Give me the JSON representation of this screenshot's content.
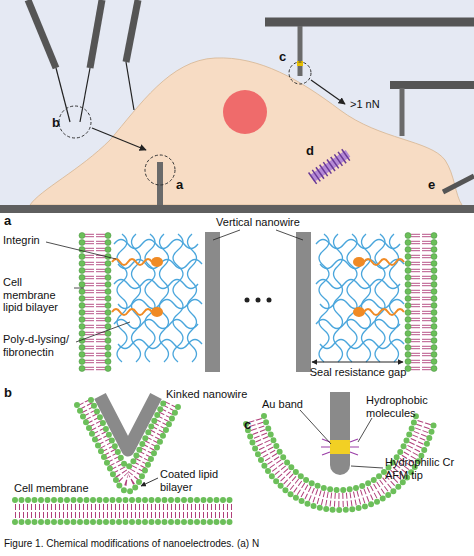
{
  "diagram": {
    "caption": "Figure 1. Chemical modifications of nanoelectrodes. (a) N",
    "labels": [
      "b",
      "c",
      ">1 nN",
      "a",
      "d",
      "e",
      "a",
      "Vertical nanowire",
      "Integrin",
      "Cell membrane lipid bilayer",
      "Poly-d-lysing/ fibronectin",
      "Seal resistance gap",
      "b",
      "Kinked nanowire",
      "Coated lipid bilayer",
      "Cell membrane",
      "c",
      "Au band",
      "Hydrophobic molecules",
      "Hydrophilic Cr AFM tip"
    ]
  }
}
